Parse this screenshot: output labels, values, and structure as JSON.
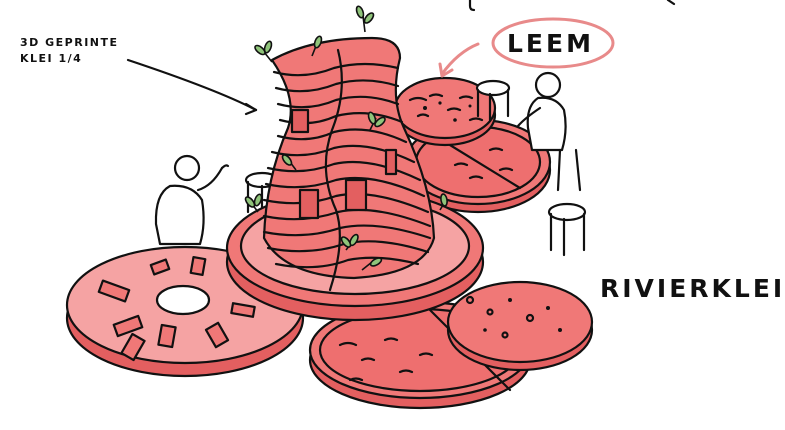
{
  "labels": {
    "printed_clay_line1": "3D GEPRINTE",
    "printed_clay_line2": "KLEI 1/4",
    "loam": "LEEM",
    "river_clay": "RIVIERKLEI"
  },
  "colors": {
    "clay_fill": "#f07877",
    "clay_fill_light": "#f5a3a3",
    "clay_fill_dark": "#e35f60",
    "outline": "#111111",
    "loam_circle": "#e88a8a"
  },
  "icons": [
    "sprout-icon",
    "stool-icon",
    "person-icon",
    "arrow-icon"
  ]
}
